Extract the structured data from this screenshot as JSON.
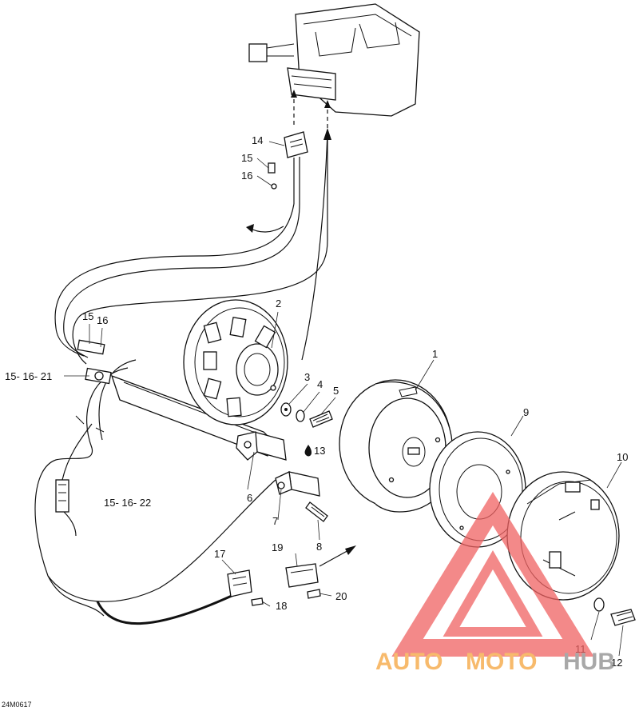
{
  "diagram": {
    "code": "24M0617",
    "callouts": [
      "1",
      "2",
      "3",
      "4",
      "5",
      "6",
      "7",
      "8",
      "9",
      "10",
      "11",
      "12",
      "13",
      "14",
      "15",
      "16",
      "15- 16- 21",
      "15- 16- 22",
      "17",
      "18",
      "19",
      "20"
    ],
    "watermark": {
      "auto": "AUTO",
      "moto": "MOTO",
      "hub": "HUB",
      "colors": {
        "auto": "#f5a43b",
        "moto": "#f5a43b",
        "hub": "#8c8c8c",
        "triangle": "#f06262"
      }
    },
    "drop_icon": "oil-drop-icon"
  }
}
